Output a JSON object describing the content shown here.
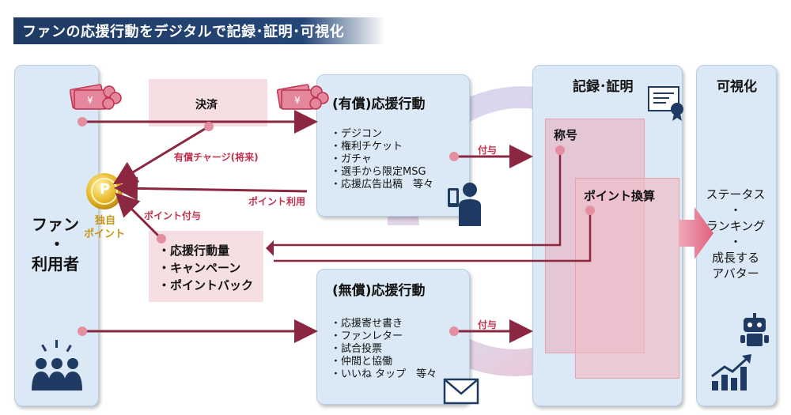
{
  "title": "ファンの応援行動をデジタルで記録･証明･可視化",
  "fan_panel": {
    "label1": "ファン",
    "label2": "・",
    "label3": "利用者"
  },
  "payment": {
    "label": "決済"
  },
  "points_coin": {
    "symbol": "P",
    "label_line1": "独自",
    "label_line2": "ポイント"
  },
  "arrows": {
    "paid_charge": "有償チャージ(将来)",
    "point_use": "ポイント利用",
    "point_grant": "ポイント付与",
    "grant1": "付与",
    "grant2": "付与"
  },
  "rewards": {
    "items": [
      "・応援行動量",
      "・キャンペーン",
      "・ポイントバック"
    ]
  },
  "paid_action": {
    "title": "(有償)応援行動",
    "items": [
      "・デジコン",
      "・権利チケット",
      "・ガチャ",
      "・選手から限定MSG",
      "・応援広告出稿　等々"
    ]
  },
  "free_action": {
    "title": "(無償)応援行動",
    "items": [
      "・応援寄せ書き",
      "・ファンレター",
      "・試合投票",
      "・仲間と協働",
      "・いいね タップ　等々"
    ]
  },
  "record": {
    "title": "記録･証明",
    "title_badge": "称号",
    "points_conversion": "ポイント換算"
  },
  "visualize": {
    "title": "可視化",
    "items": [
      "ステータス",
      "・",
      "ランキング",
      "・",
      "成長する",
      "アバター"
    ]
  },
  "colors": {
    "navy": "#1f3b63",
    "panel": "#dbe8f6",
    "pink": "#f6dfe3",
    "arrow": "#8b2740",
    "accent": "#c0304d",
    "gold": "#e8b928"
  }
}
